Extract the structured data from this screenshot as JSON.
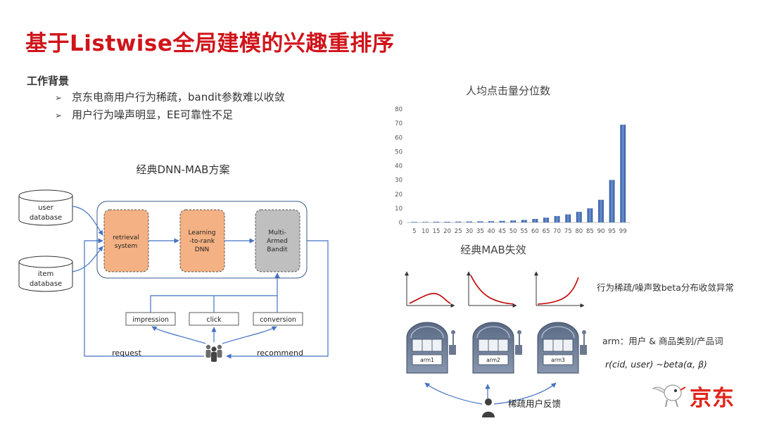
{
  "slide": {
    "title": "基于Listwise全局建模的兴趣重排序",
    "background": {
      "heading": "工作背景",
      "bullet_marker": "➢",
      "bullets": [
        "京东电商用户行为稀疏，bandit参数难以收敛",
        "用户行为噪声明显，EE可靠性不足"
      ]
    }
  },
  "dnn_mab": {
    "title": "经典DNN-MAB方案",
    "user_db": [
      "user",
      "database"
    ],
    "item_db": [
      "item",
      "database"
    ],
    "retrieval": [
      "retrieval",
      "system"
    ],
    "ltr": [
      "Learning",
      "-to-rank",
      "DNN"
    ],
    "mab": [
      "Multi-",
      "Armed",
      "Bandit"
    ],
    "impression": "impression",
    "click": "click",
    "conversion": "conversion",
    "request": "request",
    "recommend": "recommend",
    "colors": {
      "orange": "#f4b183",
      "gray": "#bfbfbf",
      "blue": "#4472c4"
    }
  },
  "chart_data": {
    "type": "bar",
    "title": "人均点击量分位数",
    "categories": [
      "5",
      "10",
      "15",
      "20",
      "25",
      "30",
      "35",
      "40",
      "45",
      "50",
      "55",
      "60",
      "65",
      "70",
      "75",
      "80",
      "85",
      "90",
      "95",
      "99"
    ],
    "values": [
      0.4,
      0.4,
      0.5,
      0.5,
      0.6,
      0.7,
      0.8,
      0.9,
      1.1,
      1.4,
      1.8,
      2.5,
      3.4,
      4.5,
      5.7,
      7.5,
      10,
      16,
      30,
      69
    ],
    "yticks": [
      "0",
      "10",
      "20",
      "30",
      "40",
      "50",
      "60",
      "70",
      "80"
    ],
    "ylim": [
      0,
      80
    ],
    "grid": false,
    "legend": "none",
    "bar_color": "#4472c4"
  },
  "mab_failure": {
    "title": "经典MAB失效",
    "curve_caption": "行为稀疏/噪声致beta分布收敛异常",
    "arm_caption": "arm：用户 & 商品类别/产品词",
    "formula": "r(cid, user) ~beta(α, β)",
    "arms": [
      "arm1",
      "arm2",
      "arm3"
    ],
    "feedback": "稀疏用户反馈"
  },
  "logo": {
    "text": "京东",
    "color": "#e1251b"
  }
}
